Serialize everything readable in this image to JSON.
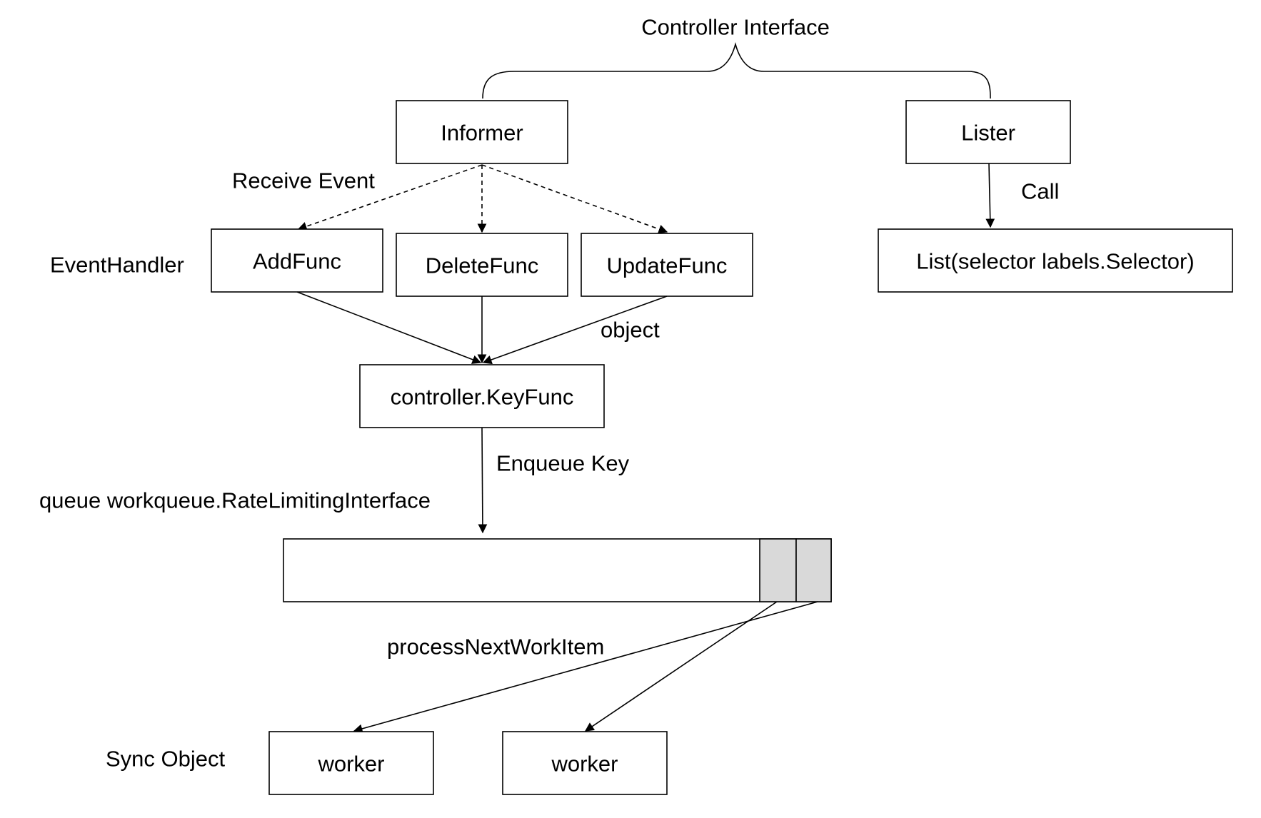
{
  "title": "Controller Interface",
  "nodes": {
    "informer": "Informer",
    "lister": "Lister",
    "add_func": "AddFunc",
    "delete_func": "DeleteFunc",
    "update_func": "UpdateFunc",
    "list_call": "List(selector labels.Selector)",
    "key_func": "controller.KeyFunc",
    "worker_1": "worker",
    "worker_2": "worker"
  },
  "labels": {
    "receive_event": "Receive Event",
    "event_handler": "EventHandler",
    "call": "Call",
    "object": "object",
    "enqueue_key": "Enqueue Key",
    "queue": "queue workqueue.RateLimitingInterface",
    "process_next": "processNextWorkItem",
    "sync_object": "Sync Object"
  },
  "colors": {
    "line": "#000000",
    "queue_slot": "#d9d9d9"
  }
}
